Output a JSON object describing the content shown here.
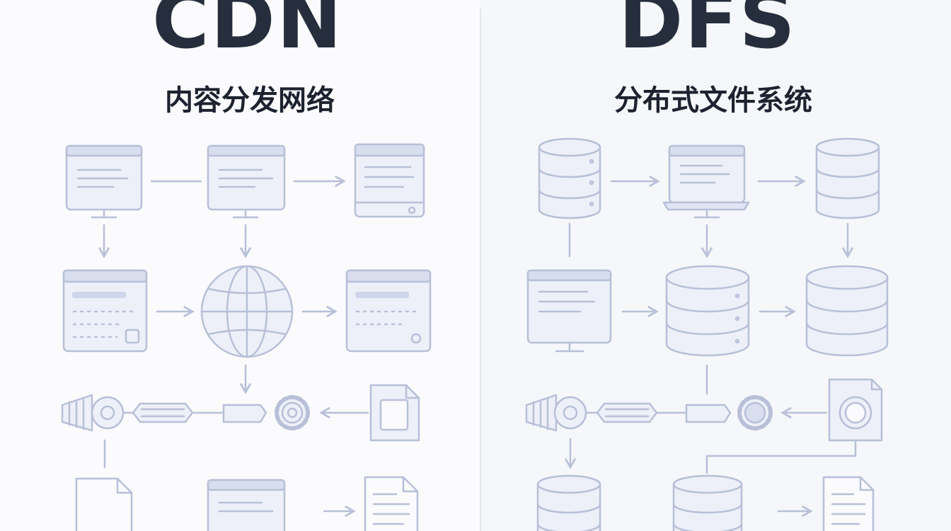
{
  "left": {
    "title": "CDN",
    "subtitle": "内容分发网络"
  },
  "right": {
    "title": "DFS",
    "subtitle": "分布式文件系统"
  },
  "colors": {
    "title_text": "#262d3c",
    "icon_stroke": "#b7c0d8",
    "icon_fill": "#e9ecf7",
    "arrow": "#b9c2d9"
  }
}
